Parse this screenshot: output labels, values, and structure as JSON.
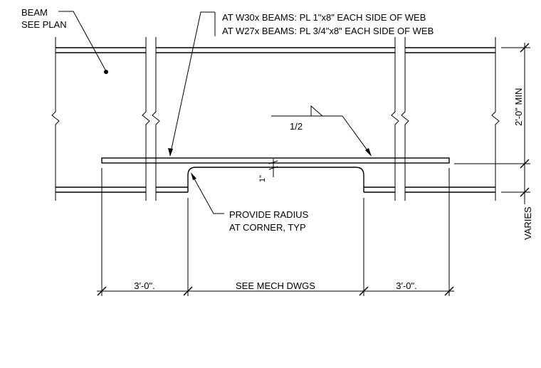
{
  "notes": {
    "beam_label_line1": "BEAM",
    "beam_label_line2": "SEE PLAN",
    "plate_note_line1": "AT W30x BEAMS: PL 1\"x8\" EACH SIDE OF WEB",
    "plate_note_line2": "AT W27x BEAMS: PL 3/4\"x8\" EACH SIDE OF WEB",
    "weld_size": "1/2",
    "radius_note_line1": "PROVIDE RADIUS",
    "radius_note_line2": "AT CORNER, TYP",
    "clearance": "1\""
  },
  "dimensions": {
    "vertical_min": "2'-0\" MIN",
    "vertical_varies": "VARIES",
    "left_extension": "3'-0\".",
    "opening": "SEE MECH DWGS",
    "right_extension": "3'-0\"."
  }
}
